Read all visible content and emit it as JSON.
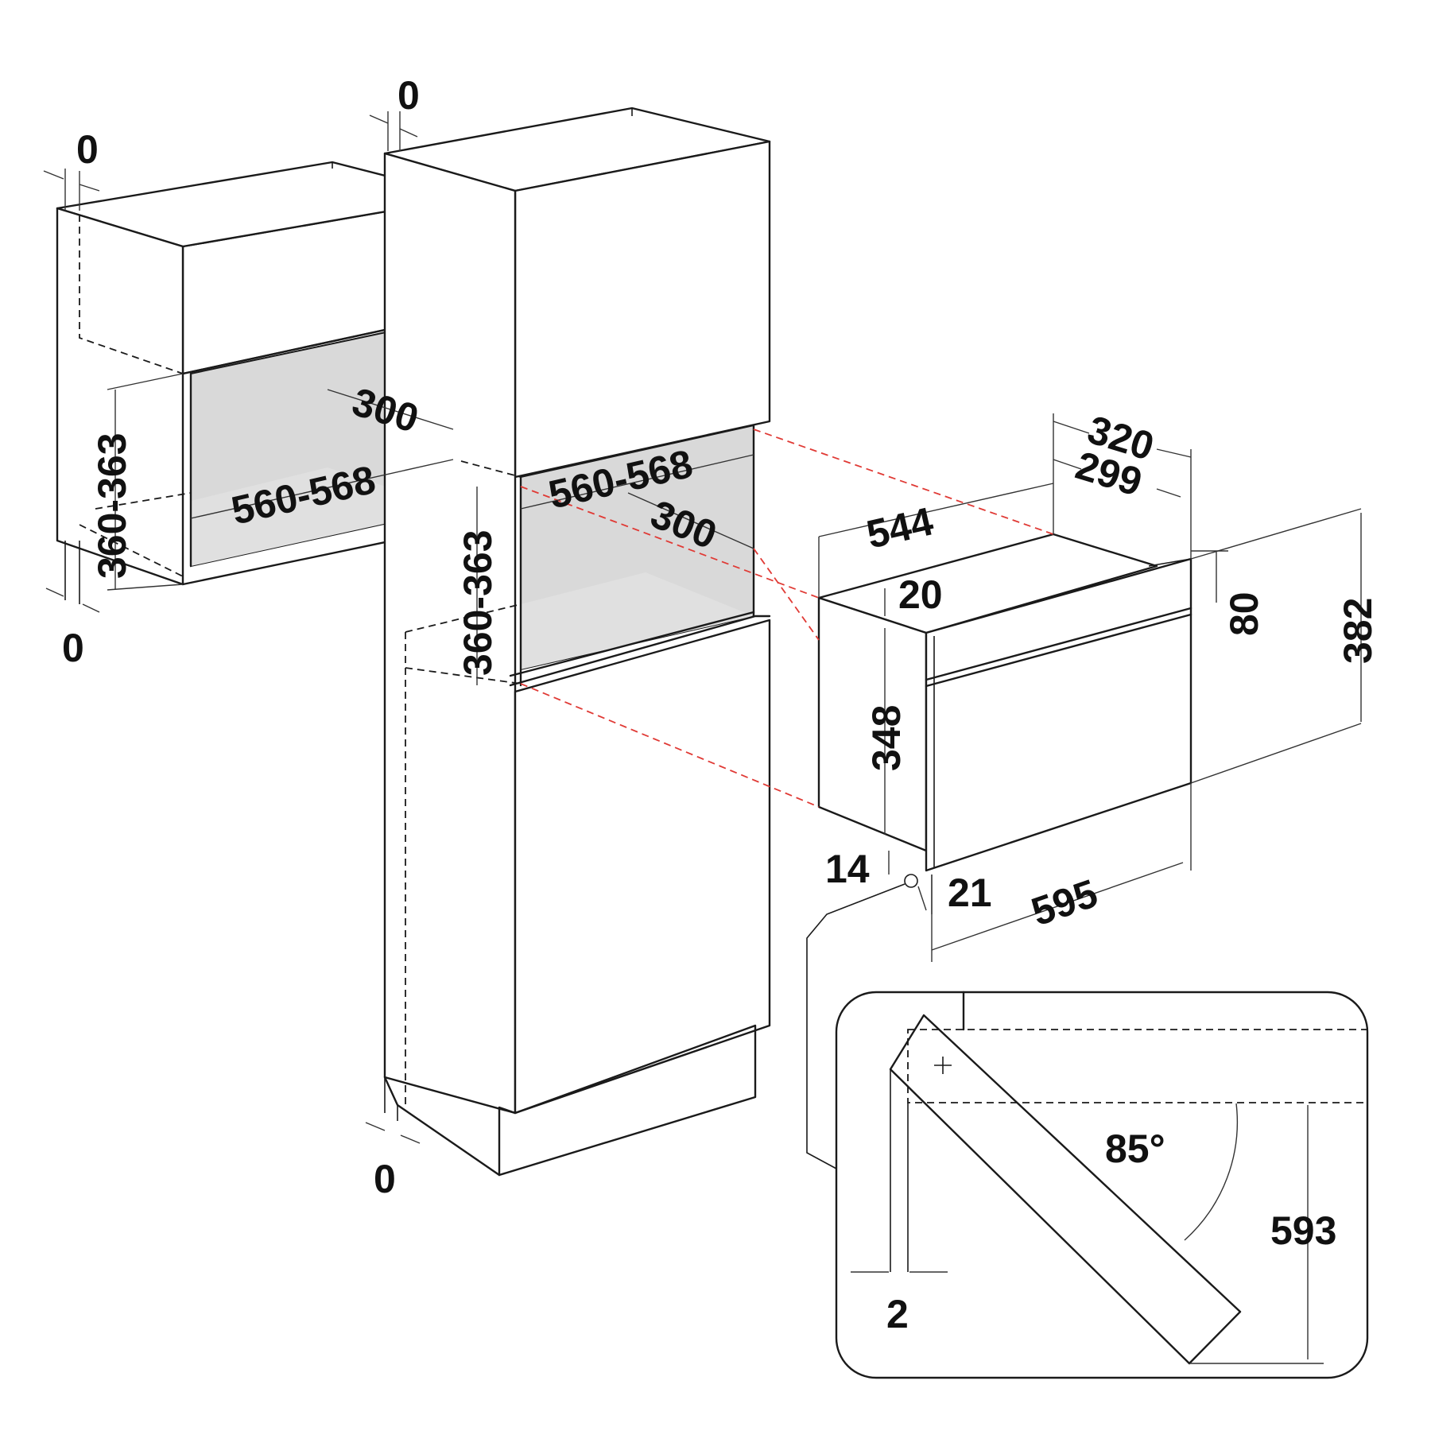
{
  "colors": {
    "line": "#1a1a1a",
    "alignment_guide": "#e03a35",
    "niche_shade": "#d9d9d9"
  },
  "left_cabinet": {
    "top_gap": "0",
    "bottom_gap": "0",
    "niche_depth": "300",
    "niche_width": "560-568",
    "niche_height": "360-363"
  },
  "tall_cabinet": {
    "top_gap": "0",
    "bottom_gap": "0",
    "niche_depth": "300",
    "niche_width": "560-568",
    "niche_height": "360-363"
  },
  "appliance": {
    "depth_total": "320",
    "depth_body": "299",
    "body_width": "544",
    "top_offset": "20",
    "panel_height": "80",
    "front_height": "382",
    "body_height": "348",
    "bottom_offset": "14",
    "front_thickness": "21",
    "front_width": "595"
  },
  "door_detail": {
    "open_angle": "85°",
    "open_reach": "593",
    "gap": "2"
  }
}
